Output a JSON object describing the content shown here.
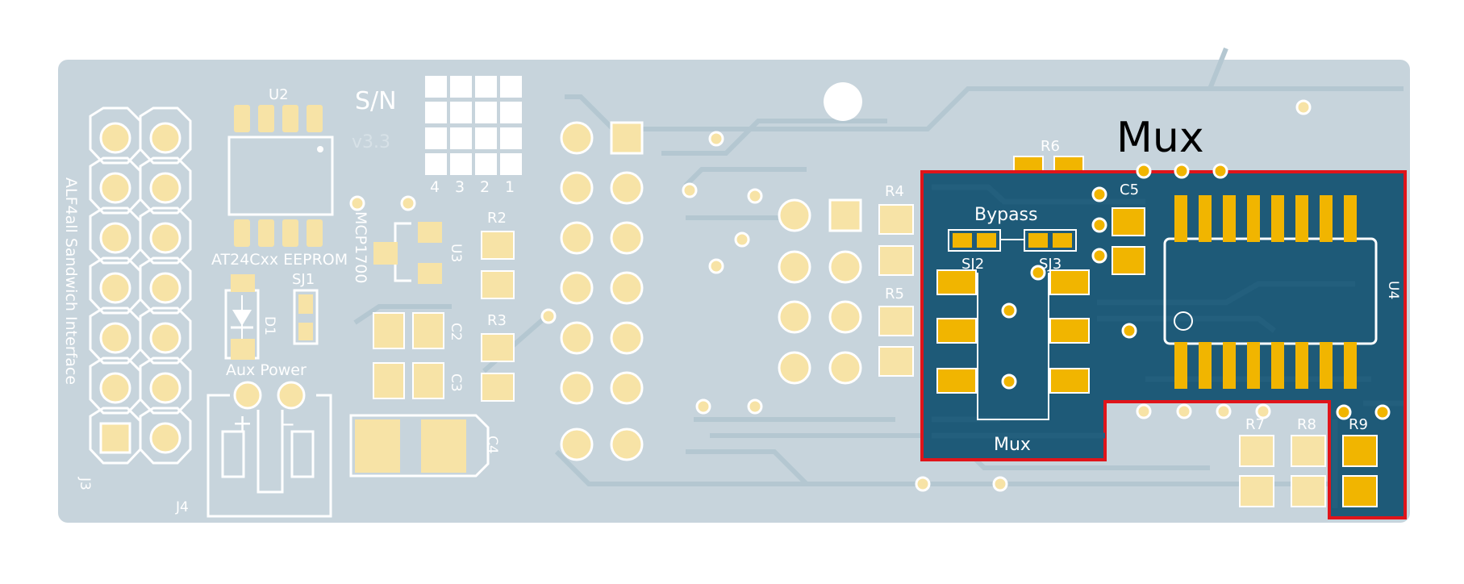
{
  "colors": {
    "board": "#c7d4dc",
    "trace": "#b4c7d1",
    "highlight_fill": "#1e5a78",
    "highlight_border": "#e0141a",
    "pad_pale": "#f7e3a6",
    "pad_gold": "#f1b500",
    "silk": "#ffffff",
    "callout_text": "#000000"
  },
  "callout": {
    "label": "Mux"
  },
  "connectors": {
    "j3": {
      "ref": "J3",
      "description": "ALF4all Sandwich Interface"
    },
    "j4": {
      "ref": "J4",
      "name": "Aux Power",
      "plus": "+",
      "minus": "–"
    }
  },
  "eeprom": {
    "ref": "U2",
    "description": "AT24Cxx EEPROM"
  },
  "serial": {
    "label": "S/N",
    "version": "v3.3",
    "digits": [
      "4",
      "3",
      "2",
      "1"
    ]
  },
  "regulator": {
    "ref": "U3",
    "part": "MCP1700"
  },
  "passives_left": {
    "d1": "D1",
    "sj1": "SJ1",
    "r2": "R2",
    "r3": "R3",
    "c2": "C2",
    "c3": "C3",
    "c4": "C4"
  },
  "passives_mid": {
    "r4": "R4",
    "r5": "R5",
    "r6": "R6"
  },
  "mux_section": {
    "bypass_label": "Bypass",
    "sj2": "SJ2",
    "sj3": "SJ3",
    "footprint_label": "Mux",
    "c5": "C5",
    "u4": "U4"
  },
  "passives_right": {
    "r7": "R7",
    "r8": "R8",
    "r9": "R9"
  }
}
